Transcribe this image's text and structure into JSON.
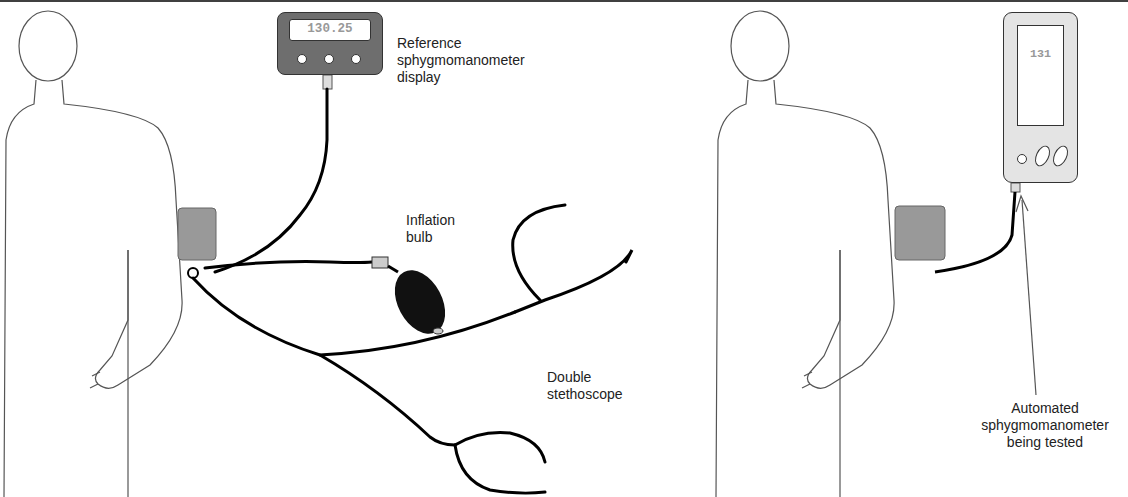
{
  "diagram": {
    "nodes": [
      {
        "text": [
          "130.25"
        ]
      },
      {
        "text": [
          "131"
        ]
      }
    ],
    "labels": [
      "Reference sphygmomanometer display",
      "Inflation bulb",
      "Double stethoscope",
      "Automated sphygmomanometer being tested"
    ]
  }
}
